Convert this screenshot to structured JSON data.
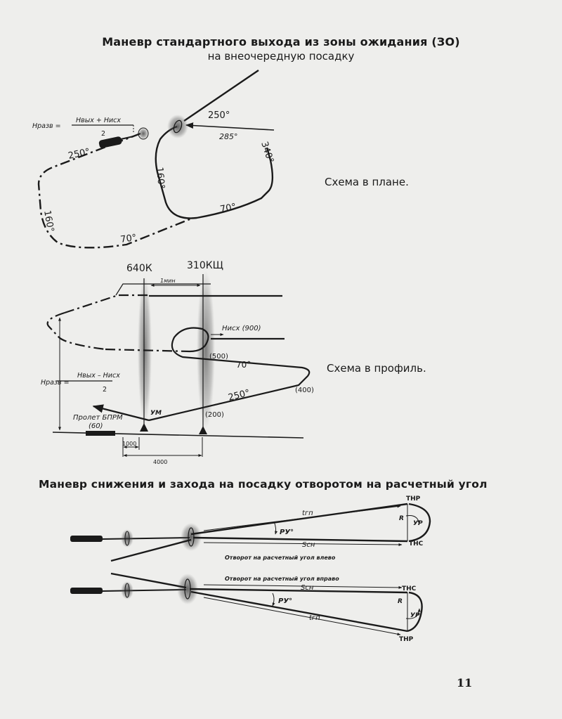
{
  "titles": {
    "holding_exit": "Маневр стандартного выхода из зоны ожидания (ЗО)",
    "holding_exit_sub": "на внеочередную посадку",
    "turn_maneuver": "Маневр снижения и захода на посадку отворотом на расчетный угол"
  },
  "captions": {
    "plan": "Схема в плане.",
    "profile": "Схема в профиль."
  },
  "plan_labels": {
    "h_raz": "Нразв =",
    "formula_num": "Нвых + Нисх",
    "formula_den": "2",
    "hdg_250_left": "250°",
    "hdg_250_right": "250°",
    "hdg_285": "285°",
    "hdg_340": "340°",
    "hdg_160_inner": "160°",
    "hdg_160_outer": "160°",
    "hdg_70_right": "70°",
    "hdg_70_bottom": "70°"
  },
  "profile_labels": {
    "beacon_far": "640К",
    "beacon_near": "310КЩ",
    "one_min": "1мин",
    "h_isx": "Нисх (900)",
    "alt_500": "(500)",
    "alt_400": "(400)",
    "alt_200": "(200)",
    "hdg_70": "70°",
    "hdg_250": "250°",
    "um": "УМ",
    "bprm_line1": "Пролет БПРМ",
    "bprm_line2": "(60)",
    "h_raz": "Нразв =",
    "formula_num": "Нвых – Нисх",
    "formula_den": "2",
    "dist_1000": "1000",
    "dist_4000": "4000"
  },
  "turn_labels": {
    "tgp_top": "tгп",
    "tnr_top": "ТНР",
    "r_top": "R",
    "ur_top": "УР",
    "ru_top": "РУ°",
    "sch_top": "Sсн",
    "tns_top": "ТНС",
    "left_turn": "Отворот на расчетный угол влево",
    "right_turn": "Отворот на расчетный угол вправо",
    "sch_bottom": "Sсн",
    "tns_bottom": "ТНС",
    "ru_bottom": "РУ°",
    "r_bottom": "R",
    "ur_bottom": "УР",
    "tgp_bottom": "tгп",
    "tnr_bottom": "ТНР"
  },
  "page_number": "11"
}
